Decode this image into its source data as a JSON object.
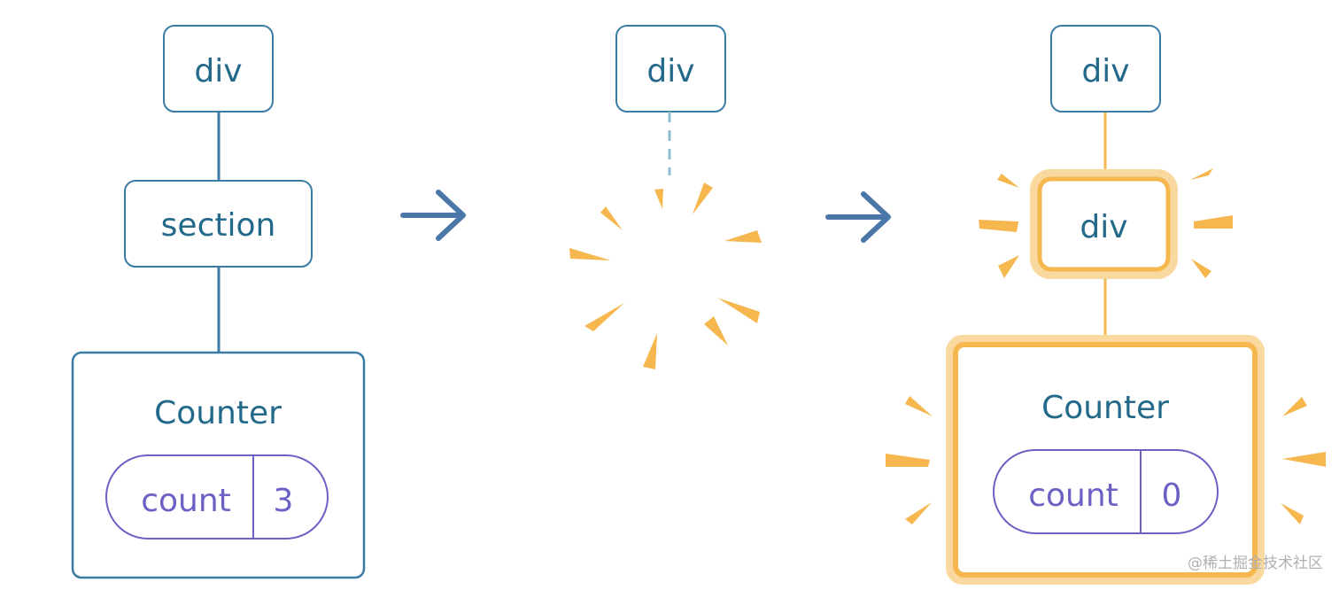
{
  "colors": {
    "node_border": "#3a7ca5",
    "node_text": "#23698a",
    "state_border": "#6b61c5",
    "state_text": "#6b61c5",
    "arrow": "#4a76a8",
    "highlight": "#f6b74f",
    "highlight_glow": "#fad9a1",
    "watermark": "#b0b0b0"
  },
  "before": {
    "root": "div",
    "child": "section",
    "component": "Counter",
    "state_label": "count",
    "state_value": "3"
  },
  "middle": {
    "root": "div"
  },
  "after": {
    "root": "div",
    "child": "div",
    "component": "Counter",
    "state_label": "count",
    "state_value": "0"
  },
  "watermark": "@稀土掘金技术社区"
}
